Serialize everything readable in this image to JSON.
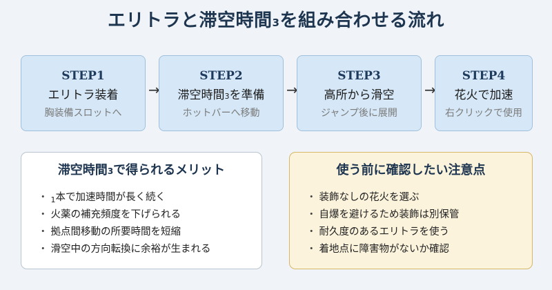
{
  "title": {
    "pre": "エリトラと滞空時間",
    "sub": "3",
    "post": "を組み合わせる流れ"
  },
  "steps": [
    {
      "label": "STEP1",
      "main_pre": "エリトラ装着",
      "main_sub": "",
      "main_post": "",
      "desc": "胸装備スロットへ"
    },
    {
      "label": "STEP2",
      "main_pre": "滞空時間",
      "main_sub": "3",
      "main_post": "を準備",
      "desc": "ホットバーへ移動"
    },
    {
      "label": "STEP3",
      "main_pre": "高所から滑空",
      "main_sub": "",
      "main_post": "",
      "desc": "ジャンプ後に展開"
    },
    {
      "label": "STEP4",
      "main_pre": "花火で加速",
      "main_sub": "",
      "main_post": "",
      "desc": "右クリックで使用"
    }
  ],
  "arrow": "→",
  "bullet": "・",
  "merits": {
    "title_pre": "滞空時間",
    "title_sub": "3",
    "title_post": "で得られるメリット",
    "items": [
      {
        "pre": "",
        "sub": "1",
        "post": "本で加速時間が長く続く"
      },
      {
        "pre": "火薬の補充頻度を下げられる",
        "sub": "",
        "post": ""
      },
      {
        "pre": "拠点間移動の所要時間を短縮",
        "sub": "",
        "post": ""
      },
      {
        "pre": "滑空中の方向転換に余裕が生まれる",
        "sub": "",
        "post": ""
      }
    ]
  },
  "cautions": {
    "title": "使う前に確認したい注意点",
    "items": [
      "装飾なしの花火を選ぶ",
      "自爆を避けるため装飾は別保管",
      "耐久度のあるエリトラを使う",
      "着地点に障害物がないか確認"
    ]
  },
  "colors": {
    "background": "#f0f4f9",
    "step_fill": "#d6e8f7",
    "title": "#1e3550",
    "caution_fill": "#fbf3dc",
    "caution_border": "#d6b766"
  }
}
